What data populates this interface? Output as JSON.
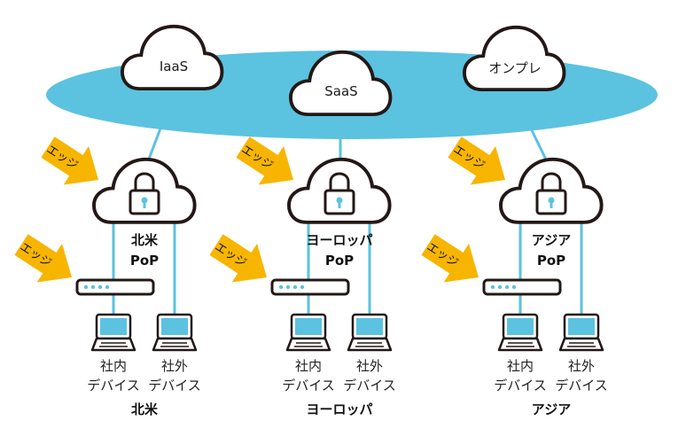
{
  "colors": {
    "network": "#5bc2e0",
    "outline": "#231815",
    "arrow": "#f7b500",
    "screen": "#5bc2e0"
  },
  "services": [
    {
      "label": "IaaS"
    },
    {
      "label": "SaaS"
    },
    {
      "label": "オンプレ"
    }
  ],
  "edge_label": "エッジ",
  "regions": [
    {
      "name": "北米",
      "pop": [
        "北米",
        "PoP"
      ],
      "devices": [
        {
          "line1": "社内",
          "line2": "デバイス"
        },
        {
          "line1": "社外",
          "line2": "デバイス"
        }
      ]
    },
    {
      "name": "ヨーロッパ",
      "pop": [
        "ヨーロッパ",
        "PoP"
      ],
      "devices": [
        {
          "line1": "社内",
          "line2": "デバイス"
        },
        {
          "line1": "社外",
          "line2": "デバイス"
        }
      ]
    },
    {
      "name": "アジア",
      "pop": [
        "アジア",
        "PoP"
      ],
      "devices": [
        {
          "line1": "社内",
          "line2": "デバイス"
        },
        {
          "line1": "社外",
          "line2": "デバイス"
        }
      ]
    }
  ]
}
